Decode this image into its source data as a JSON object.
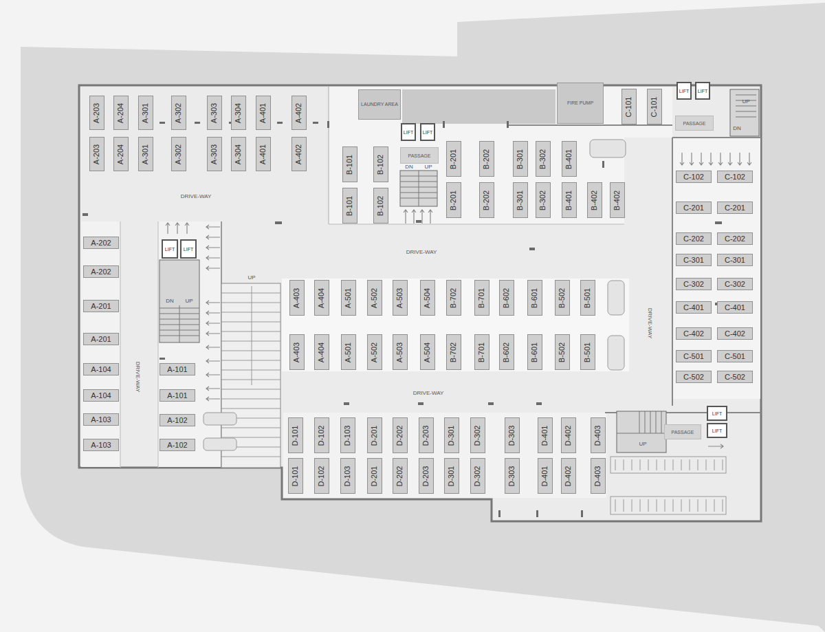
{
  "diagram": {
    "nodes": [
      {
        "text": [
          "A-203"
        ]
      },
      {
        "text": [
          "A-204"
        ]
      },
      {
        "text": [
          "A-301"
        ]
      },
      {
        "text": [
          "A-302"
        ]
      },
      {
        "text": [
          "A-303"
        ]
      },
      {
        "text": [
          "A-304"
        ]
      },
      {
        "text": [
          "A-401"
        ]
      },
      {
        "text": [
          "A-402"
        ]
      },
      {
        "text": [
          "A-203"
        ]
      },
      {
        "text": [
          "A-204"
        ]
      },
      {
        "text": [
          "A-301"
        ]
      },
      {
        "text": [
          "A-302"
        ]
      },
      {
        "text": [
          "A-303"
        ]
      },
      {
        "text": [
          "A-304"
        ]
      },
      {
        "text": [
          "A-401"
        ]
      },
      {
        "text": [
          "A-402"
        ]
      },
      {
        "text": [
          "LAUNDRY AREA"
        ]
      },
      {
        "text": [
          "LIFT"
        ]
      },
      {
        "text": [
          "LIFT"
        ]
      },
      {
        "text": [
          "PASSAGE"
        ]
      },
      {
        "text": [
          "FIRE PUMP"
        ]
      },
      {
        "text": [
          "C-101"
        ]
      },
      {
        "text": [
          "C-101"
        ]
      },
      {
        "text": [
          "LIFT"
        ]
      },
      {
        "text": [
          "LIFT"
        ]
      },
      {
        "text": [
          "PASSAGE"
        ]
      },
      {
        "text": [
          "B-101"
        ]
      },
      {
        "text": [
          "B-102"
        ]
      },
      {
        "text": [
          "B-201"
        ]
      },
      {
        "text": [
          "B-202"
        ]
      },
      {
        "text": [
          "B-301"
        ]
      },
      {
        "text": [
          "B-302"
        ]
      },
      {
        "text": [
          "B-401"
        ]
      },
      {
        "text": [
          "B-101"
        ]
      },
      {
        "text": [
          "B-102"
        ]
      },
      {
        "text": [
          "B-201"
        ]
      },
      {
        "text": [
          "B-202"
        ]
      },
      {
        "text": [
          "B-301"
        ]
      },
      {
        "text": [
          "B-302"
        ]
      },
      {
        "text": [
          "B-401"
        ]
      },
      {
        "text": [
          "B-402"
        ]
      },
      {
        "text": [
          "B-402"
        ]
      },
      {
        "text": [
          "LIFT"
        ]
      },
      {
        "text": [
          "LIFT"
        ]
      },
      {
        "text": [
          "A-202"
        ]
      },
      {
        "text": [
          "A-202"
        ]
      },
      {
        "text": [
          "A-201"
        ]
      },
      {
        "text": [
          "A-201"
        ]
      },
      {
        "text": [
          "A-104"
        ]
      },
      {
        "text": [
          "A-104"
        ]
      },
      {
        "text": [
          "A-103"
        ]
      },
      {
        "text": [
          "A-103"
        ]
      },
      {
        "text": [
          "A-101"
        ]
      },
      {
        "text": [
          "A-101"
        ]
      },
      {
        "text": [
          "A-102"
        ]
      },
      {
        "text": [
          "A-102"
        ]
      },
      {
        "text": [
          "C-102"
        ]
      },
      {
        "text": [
          "C-102"
        ]
      },
      {
        "text": [
          "C-201"
        ]
      },
      {
        "text": [
          "C-201"
        ]
      },
      {
        "text": [
          "C-202"
        ]
      },
      {
        "text": [
          "C-202"
        ]
      },
      {
        "text": [
          "C-301"
        ]
      },
      {
        "text": [
          "C-301"
        ]
      },
      {
        "text": [
          "C-302"
        ]
      },
      {
        "text": [
          "C-302"
        ]
      },
      {
        "text": [
          "C-401"
        ]
      },
      {
        "text": [
          "C-401"
        ]
      },
      {
        "text": [
          "C-402"
        ]
      },
      {
        "text": [
          "C-402"
        ]
      },
      {
        "text": [
          "C-501"
        ]
      },
      {
        "text": [
          "C-501"
        ]
      },
      {
        "text": [
          "C-502"
        ]
      },
      {
        "text": [
          "C-502"
        ]
      },
      {
        "text": [
          "A-403"
        ]
      },
      {
        "text": [
          "A-404"
        ]
      },
      {
        "text": [
          "A-501"
        ]
      },
      {
        "text": [
          "A-502"
        ]
      },
      {
        "text": [
          "A-503"
        ]
      },
      {
        "text": [
          "A-504"
        ]
      },
      {
        "text": [
          "B-702"
        ]
      },
      {
        "text": [
          "B-701"
        ]
      },
      {
        "text": [
          "B-602"
        ]
      },
      {
        "text": [
          "B-601"
        ]
      },
      {
        "text": [
          "B-502"
        ]
      },
      {
        "text": [
          "B-501"
        ]
      },
      {
        "text": [
          "A-403"
        ]
      },
      {
        "text": [
          "A-404"
        ]
      },
      {
        "text": [
          "A-501"
        ]
      },
      {
        "text": [
          "A-502"
        ]
      },
      {
        "text": [
          "A-503"
        ]
      },
      {
        "text": [
          "A-504"
        ]
      },
      {
        "text": [
          "B-702"
        ]
      },
      {
        "text": [
          "B-701"
        ]
      },
      {
        "text": [
          "B-602"
        ]
      },
      {
        "text": [
          "B-601"
        ]
      },
      {
        "text": [
          "B-502"
        ]
      },
      {
        "text": [
          "B-501"
        ]
      },
      {
        "text": [
          "D-101"
        ]
      },
      {
        "text": [
          "D-102"
        ]
      },
      {
        "text": [
          "D-103"
        ]
      },
      {
        "text": [
          "D-201"
        ]
      },
      {
        "text": [
          "D-202"
        ]
      },
      {
        "text": [
          "D-203"
        ]
      },
      {
        "text": [
          "D-301"
        ]
      },
      {
        "text": [
          "D-302"
        ]
      },
      {
        "text": [
          "D-303"
        ]
      },
      {
        "text": [
          "D-401"
        ]
      },
      {
        "text": [
          "D-402"
        ]
      },
      {
        "text": [
          "D-403"
        ]
      },
      {
        "text": [
          "D-101"
        ]
      },
      {
        "text": [
          "D-102"
        ]
      },
      {
        "text": [
          "D-103"
        ]
      },
      {
        "text": [
          "D-201"
        ]
      },
      {
        "text": [
          "D-202"
        ]
      },
      {
        "text": [
          "D-203"
        ]
      },
      {
        "text": [
          "D-301"
        ]
      },
      {
        "text": [
          "D-302"
        ]
      },
      {
        "text": [
          "D-303"
        ]
      },
      {
        "text": [
          "D-401"
        ]
      },
      {
        "text": [
          "D-402"
        ]
      },
      {
        "text": [
          "D-403"
        ]
      },
      {
        "text": [
          "LIFT"
        ]
      },
      {
        "text": [
          "LIFT"
        ]
      },
      {
        "text": [
          "PASSAGE"
        ]
      }
    ],
    "labels": [
      "DRIVE-WAY",
      "DRIVE-WAY",
      "DRIVE-WAY",
      "DRIVE-WAY",
      "DRIVE-WAY",
      "UP",
      "DN",
      "UP",
      "DN",
      "UP",
      "UP",
      "DN",
      "UP"
    ]
  }
}
